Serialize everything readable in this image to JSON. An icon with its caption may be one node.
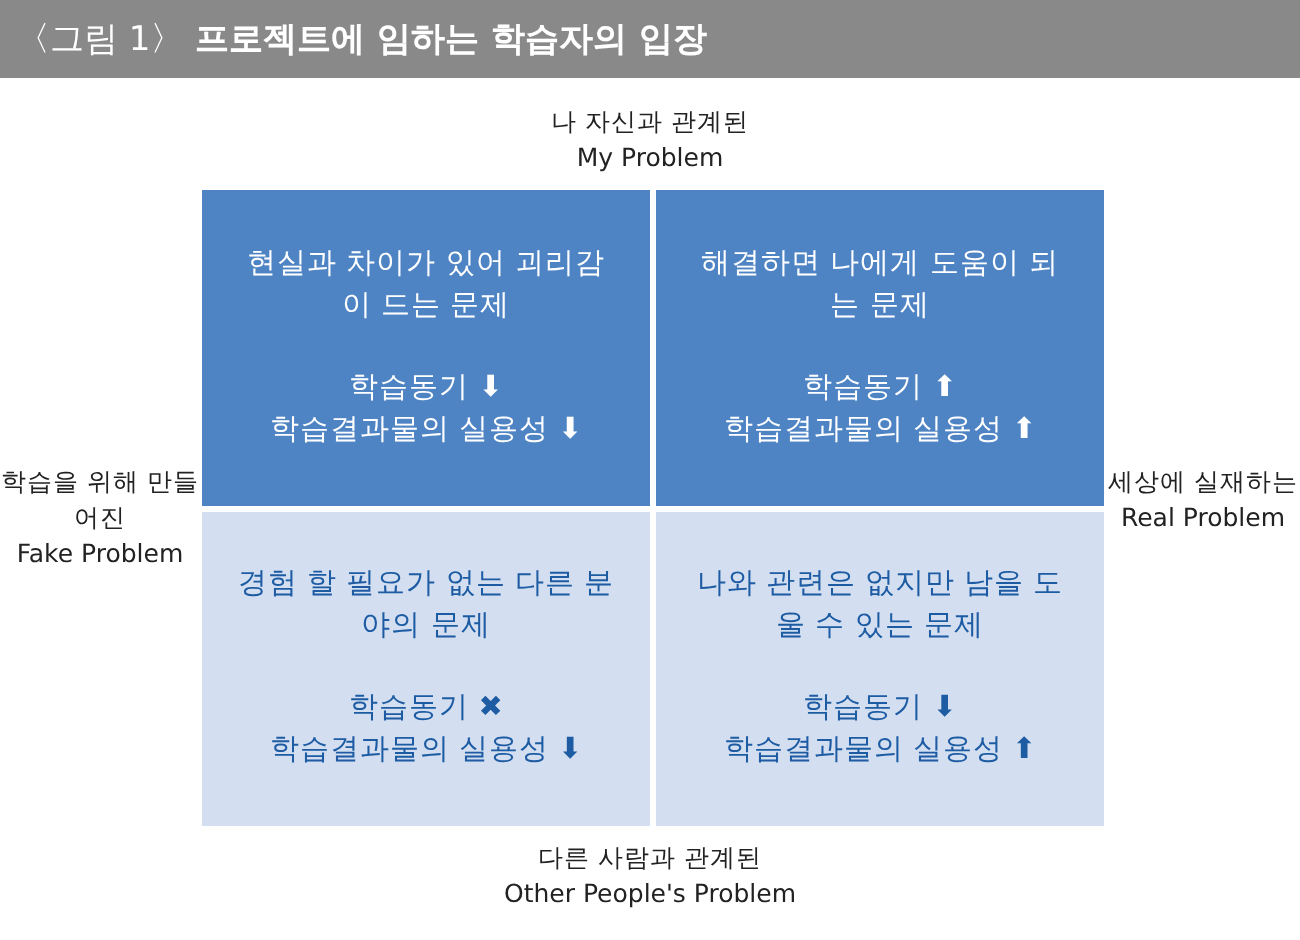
{
  "diagram": {
    "title": "〈그림 1〉 **프로젝트에 임하는 학습자의 입장**",
    "nodes": [
      {
        "text": [
          "현실과 차이가 있어 괴리감이 드는 문제",
          "학습동기 ⬇",
          "학습결과물의 실용성 ⬇"
        ]
      },
      {
        "text": [
          "해결하면 나에게 도움이 되는 문제",
          "학습동기 ⬆",
          "학습결과물의 실용성 ⬆"
        ]
      },
      {
        "text": [
          "경험 할 필요가 없는 다른 분야의 문제",
          "학습동기 ✖",
          "학습결과물의 실용성 ⬇"
        ]
      },
      {
        "text": [
          "나와 관련은 없지만 남을 도울 수 있는 문제",
          "학습동기 ⬇",
          "학습결과물의 실용성 ⬆"
        ]
      }
    ],
    "labels": [
      "나 자신과 관계된 My Problem",
      "학습을 위해 만들어진 Fake Problem",
      "세상에 실재하는 Real Problem",
      "다른 사람과 관계된 Other People's Problem"
    ]
  }
}
